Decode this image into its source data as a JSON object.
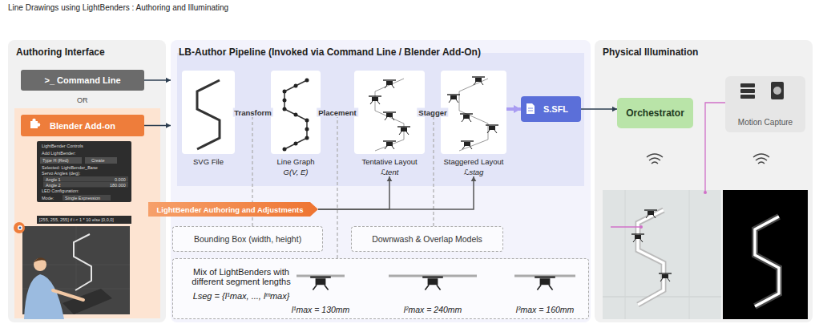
{
  "diagram": {
    "title": "Line Drawings using LightBenders : Authoring and Illuminating",
    "nodes": [
      {
        "text": [
          "Authoring Interface"
        ]
      },
      {
        "text": [
          ">_ Command Line"
        ],
        "in": 0
      },
      {
        "text": [
          "Blender Add-on"
        ],
        "in": 0
      },
      {
        "text": [
          "LB-Author Pipeline (Invoked via Command Line / Blender Add-On)"
        ]
      },
      {
        "text": [
          "SVG File"
        ],
        "in": 3
      },
      {
        "text": [
          "Line Graph",
          "G(V, E)"
        ],
        "in": 3
      },
      {
        "text": [
          "Tentative Layout",
          "ℒtent"
        ],
        "in": 3
      },
      {
        "text": [
          "Staggered Layout",
          "ℒstag"
        ],
        "in": 3
      },
      {
        "text": [
          "S.SFL"
        ],
        "in": 3
      },
      {
        "text": [
          "LightBender Authoring and Adjustments"
        ]
      },
      {
        "text": [
          "Bounding Box (width, height)"
        ],
        "in": 3
      },
      {
        "text": [
          "Downwash & Overlap Models"
        ],
        "in": 3
      },
      {
        "text": [
          "Mix of LightBenders with different segment lengths",
          "Lseg = {l¹max, ..., lᵐmax}"
        ],
        "in": 3
      },
      {
        "text": [
          "Physical Illumination"
        ]
      },
      {
        "text": [
          "Orchestrator"
        ],
        "in": 13
      },
      {
        "text": [
          "Motion Capture"
        ],
        "in": 13
      }
    ],
    "edges": [
      {
        "from": 1,
        "to": 3,
        "arrow": "to"
      },
      {
        "from": 2,
        "to": 3,
        "arrow": "to"
      },
      {
        "from": 4,
        "to": 5,
        "label": "Transform",
        "arrow": "to"
      },
      {
        "from": 5,
        "to": 6,
        "label": "Placement",
        "arrow": "to"
      },
      {
        "from": 6,
        "to": 7,
        "label": "Stagger",
        "arrow": "to"
      },
      {
        "from": 7,
        "to": 8,
        "arrow": "to"
      },
      {
        "from": 8,
        "to": 14,
        "arrow": "to"
      },
      {
        "from": 9,
        "to": 6,
        "arrow": "to"
      },
      {
        "from": 9,
        "to": 7,
        "arrow": "to"
      }
    ],
    "labels": [
      "OR",
      "LightBender Controls",
      "Add LightBender:",
      "Type H (Red)",
      "Create",
      "Selected: LightBender_Base",
      "Servo Angles (deg):",
      "Angle 1",
      "0.000",
      "Angle 2",
      "180.000",
      "LED Configuration:",
      "Mode:",
      "Single Expression",
      "[255, 255, 255] if i < 1 * 10 else [0,0,0]",
      "l¹max = 130mm",
      "l²max = 240mm",
      "l³max = 160mm"
    ]
  }
}
